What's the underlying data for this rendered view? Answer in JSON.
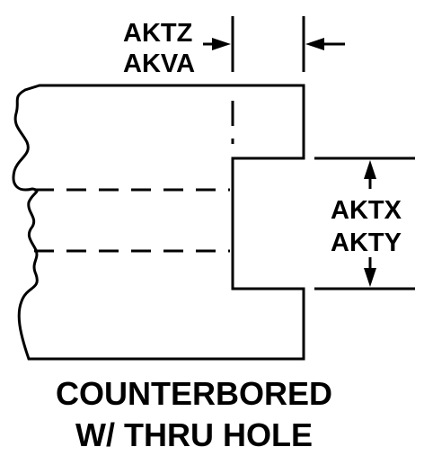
{
  "diagram": {
    "dimension_top": [
      "AKTZ",
      "AKVA"
    ],
    "dimension_right": [
      "AKTX",
      "AKTY"
    ],
    "caption": [
      "COUNTERBORED",
      "W/ THRU HOLE"
    ]
  }
}
